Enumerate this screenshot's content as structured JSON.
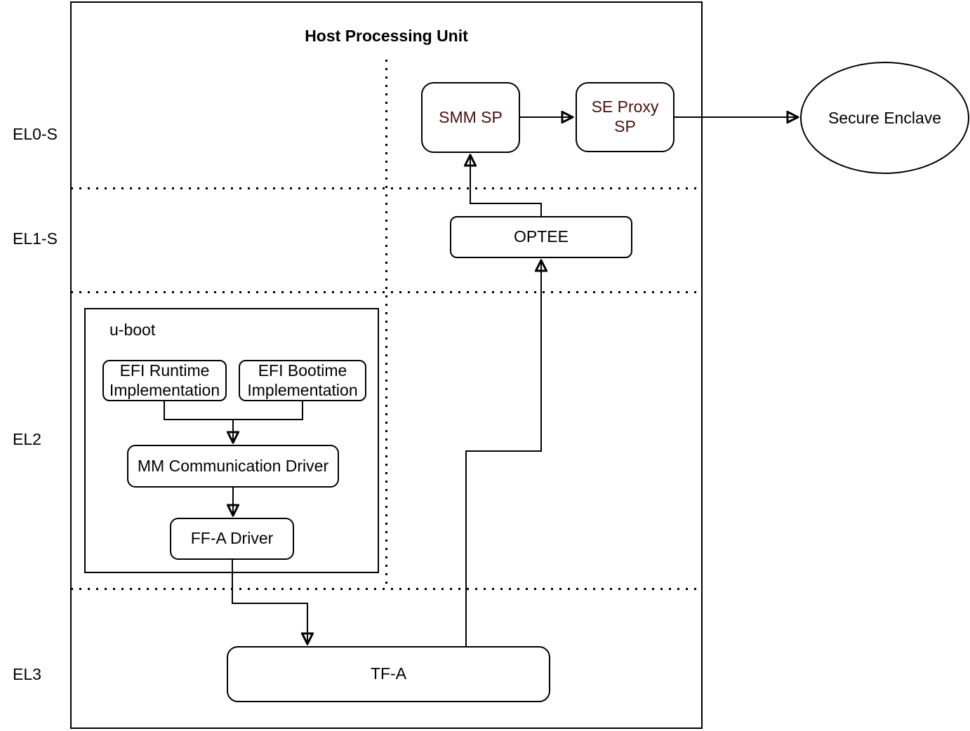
{
  "diagram": {
    "title": "Host Processing Unit",
    "row_labels": [
      "EL0-S",
      "EL1-S",
      "EL2",
      "EL3"
    ],
    "nodes": {
      "smm_sp": {
        "label": "SMM SP"
      },
      "se_proxy_sp": {
        "label": "SE Proxy SP"
      },
      "secure_enclave": {
        "label": "Secure Enclave"
      },
      "optee": {
        "label": "OPTEE"
      },
      "u_boot": {
        "label": "u-boot"
      },
      "efi_runtime": {
        "label": "EFI Runtime Implementation"
      },
      "efi_bootime": {
        "label": "EFI Bootime Implementation"
      },
      "mm_comm_driver": {
        "label": "MM Communication Driver"
      },
      "ffa_driver": {
        "label": "FF-A Driver"
      },
      "tfa": {
        "label": "TF-A"
      }
    },
    "edges": [
      {
        "from": "SMM SP",
        "to": "SE Proxy SP"
      },
      {
        "from": "SE Proxy SP",
        "to": "Secure Enclave"
      },
      {
        "from": "OPTEE",
        "to": "SMM SP"
      },
      {
        "from": "TF-A",
        "to": "OPTEE"
      },
      {
        "from": "EFI Runtime Implementation",
        "to": "MM Communication Driver"
      },
      {
        "from": "EFI Bootime Implementation",
        "to": "MM Communication Driver"
      },
      {
        "from": "MM Communication Driver",
        "to": "FF-A Driver"
      },
      {
        "from": "FF-A Driver",
        "to": "TF-A"
      }
    ],
    "colors": {
      "stroke": "#000000",
      "background": "#ffffff",
      "sp_text_accent": "#471111"
    }
  }
}
